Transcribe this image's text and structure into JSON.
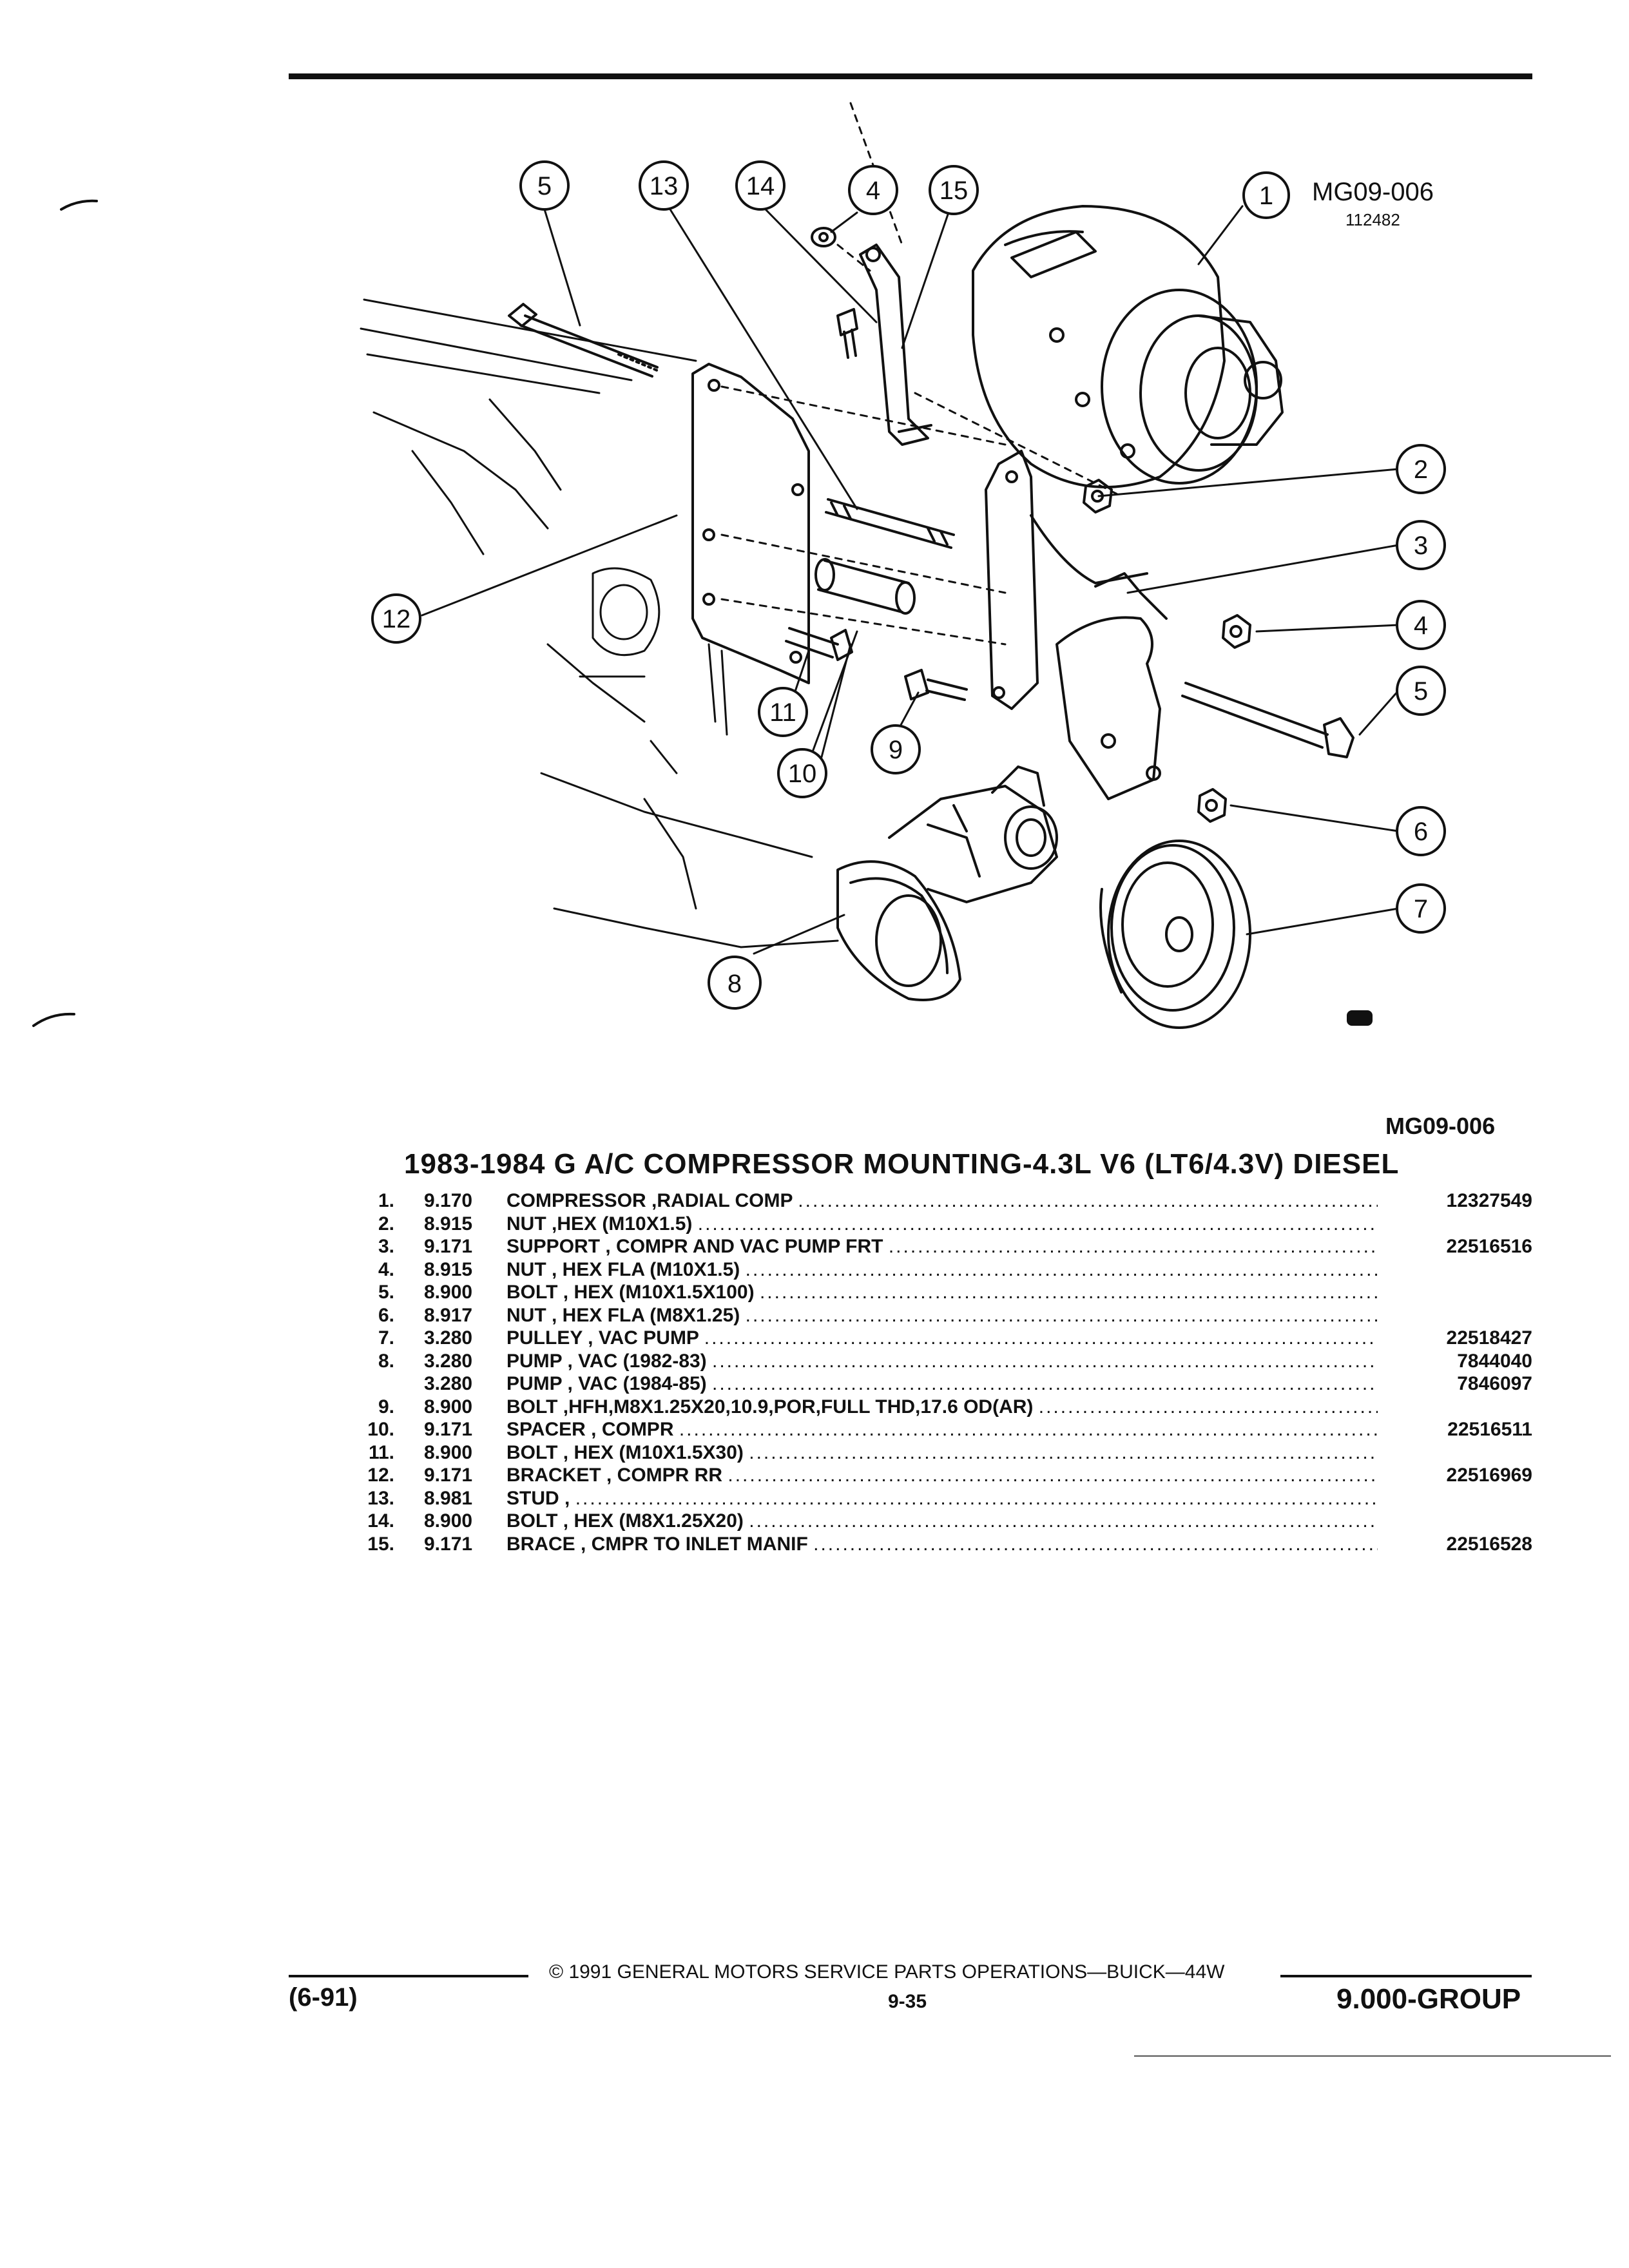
{
  "figure": {
    "code": "MG09-006",
    "serial": "112482",
    "code_bottom": "MG09-006",
    "callouts": [
      "1",
      "2",
      "3",
      "4",
      "5",
      "6",
      "7",
      "8",
      "9",
      "10",
      "11",
      "12",
      "13",
      "14",
      "15",
      "4",
      "5"
    ]
  },
  "section": {
    "title": "1983-1984 G A/C COMPRESSOR MOUNTING-4.3L V6 (LT6/4.3V) DIESEL"
  },
  "parts": [
    {
      "num": "1.",
      "group": "9.170",
      "name": "COMPRESSOR",
      "desc": " ,RADIAL COMP",
      "part_no": "12327549"
    },
    {
      "num": "2.",
      "group": "8.915",
      "name": "NUT",
      "desc": " ,HEX (M10X1.5)",
      "part_no": ""
    },
    {
      "num": "3.",
      "group": "9.171",
      "name": "SUPPORT",
      "desc": " , COMPR AND VAC PUMP FRT",
      "part_no": "22516516"
    },
    {
      "num": "4.",
      "group": "8.915",
      "name": "NUT",
      "desc": " , HEX FLA (M10X1.5)",
      "part_no": ""
    },
    {
      "num": "5.",
      "group": "8.900",
      "name": "BOLT",
      "desc": " , HEX (M10X1.5X100)",
      "part_no": ""
    },
    {
      "num": "6.",
      "group": "8.917",
      "name": "NUT",
      "desc": " , HEX FLA (M8X1.25)",
      "part_no": ""
    },
    {
      "num": "7.",
      "group": "3.280",
      "name": "PULLEY",
      "desc": " , VAC PUMP",
      "part_no": "22518427"
    },
    {
      "num": "8.",
      "group": "3.280",
      "name": "PUMP",
      "desc": " , VAC (1982-83)",
      "part_no": "7844040"
    },
    {
      "num": "",
      "group": "3.280",
      "name": "PUMP",
      "desc": " , VAC (1984-85)",
      "part_no": "7846097"
    },
    {
      "num": "9.",
      "group": "8.900",
      "name": "BOLT",
      "desc": " ,HFH,M8X1.25X20,10.9,POR,FULL THD,17.6 OD(AR)",
      "part_no": ""
    },
    {
      "num": "10.",
      "group": "9.171",
      "name": "SPACER",
      "desc": " , COMPR",
      "part_no": "22516511"
    },
    {
      "num": "11.",
      "group": "8.900",
      "name": "BOLT",
      "desc": " , HEX (M10X1.5X30)",
      "part_no": ""
    },
    {
      "num": "12.",
      "group": "9.171",
      "name": "BRACKET",
      "desc": " , COMPR RR",
      "part_no": "22516969"
    },
    {
      "num": "13.",
      "group": "8.981",
      "name": "STUD",
      "desc": " ,",
      "part_no": ""
    },
    {
      "num": "14.",
      "group": "8.900",
      "name": "BOLT",
      "desc": " , HEX (M8X1.25X20)",
      "part_no": ""
    },
    {
      "num": "15.",
      "group": "9.171",
      "name": "BRACE",
      "desc": " , CMPR TO INLET MANIF",
      "part_no": "22516528"
    }
  ],
  "footer": {
    "copyright": "© 1991 GENERAL MOTORS SERVICE PARTS OPERATIONS—BUICK—44W",
    "revision": "(6-91)",
    "page_number": "9-35",
    "group_label": "9.000-GROUP"
  },
  "dots": "........................................................................................................................................"
}
